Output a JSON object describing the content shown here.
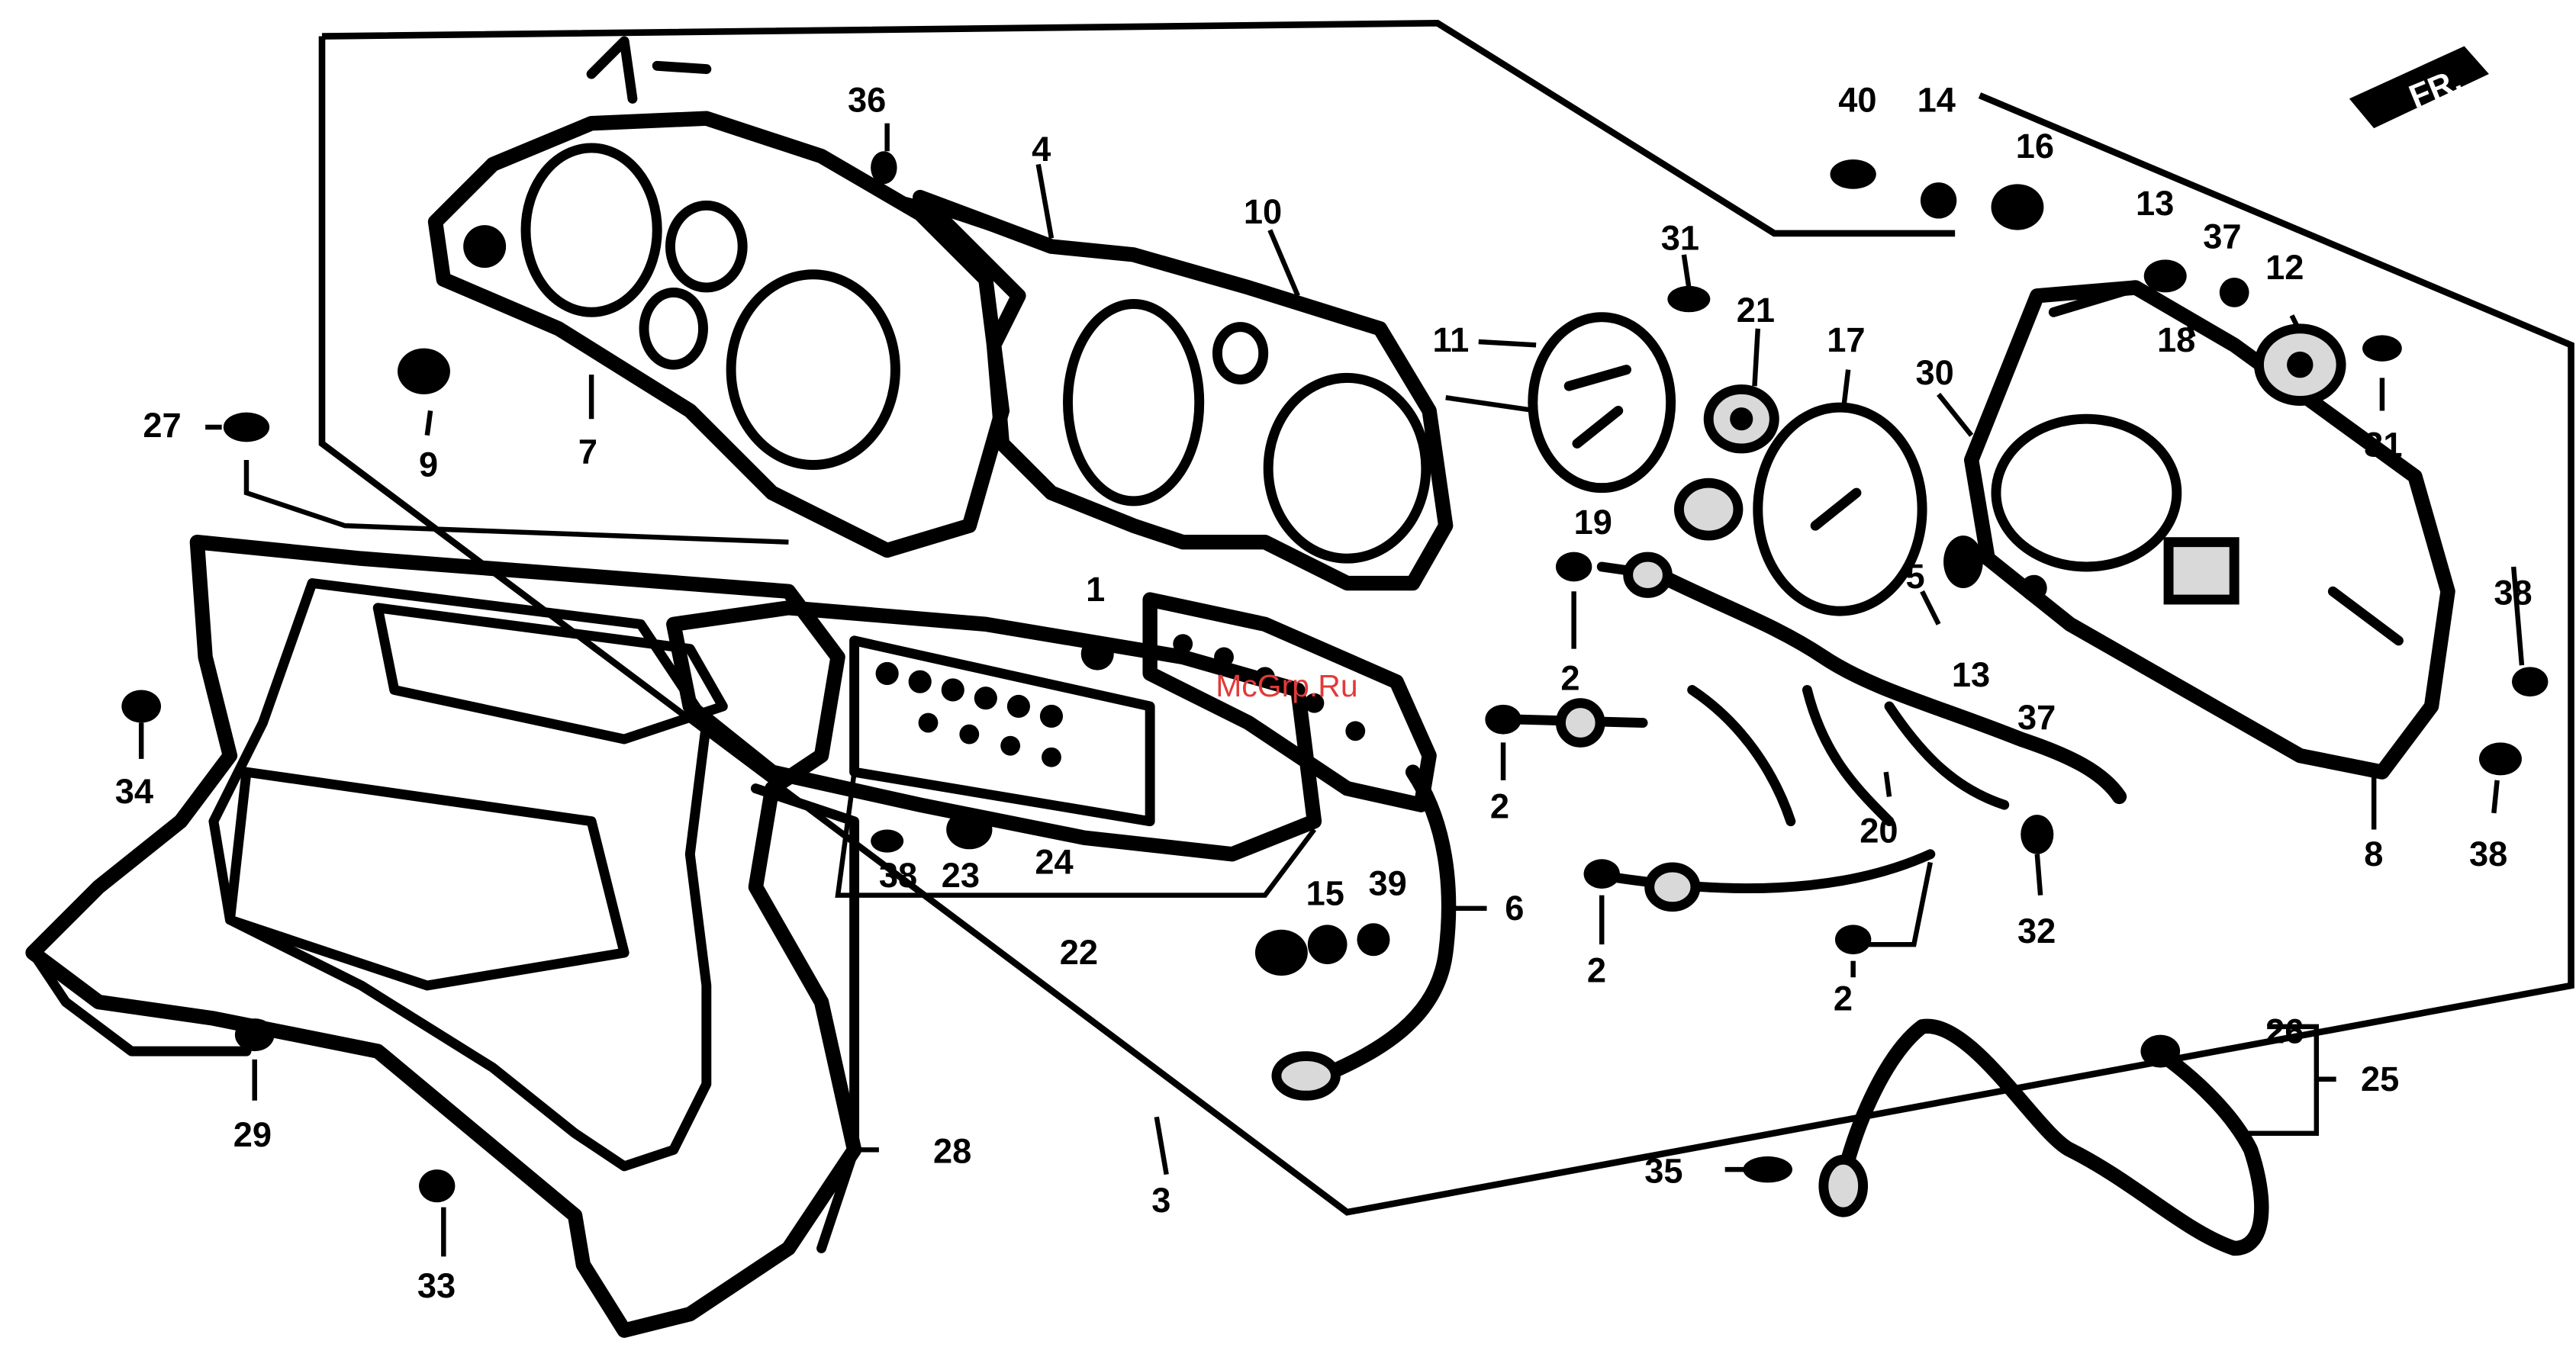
{
  "diagram": {
    "watermark": "McGrp.Ru",
    "direction_badge": "FR.",
    "callouts": {
      "c1": "1",
      "c2a": "2",
      "c2b": "2",
      "c2c": "2",
      "c2d": "2",
      "c3": "3",
      "c4": "4",
      "c5": "5",
      "c6": "6",
      "c7": "7",
      "c8": "8",
      "c9": "9",
      "c10": "10",
      "c11": "11",
      "c12": "12",
      "c13a": "13",
      "c13b": "13",
      "c14": "14",
      "c15": "15",
      "c16": "16",
      "c17": "17",
      "c18": "18",
      "c19": "19",
      "c20": "20",
      "c21": "21",
      "c22": "22",
      "c23": "23",
      "c24": "24",
      "c25": "25",
      "c26": "26",
      "c27": "27",
      "c28": "28",
      "c29": "29",
      "c30": "30",
      "c31a": "31",
      "c31b": "31",
      "c32": "32",
      "c33": "33",
      "c34": "34",
      "c35": "35",
      "c36": "36",
      "c37a": "37",
      "c37b": "37",
      "c38a": "38",
      "c38b": "38",
      "c38c": "38",
      "c39": "39",
      "c40": "40"
    }
  }
}
